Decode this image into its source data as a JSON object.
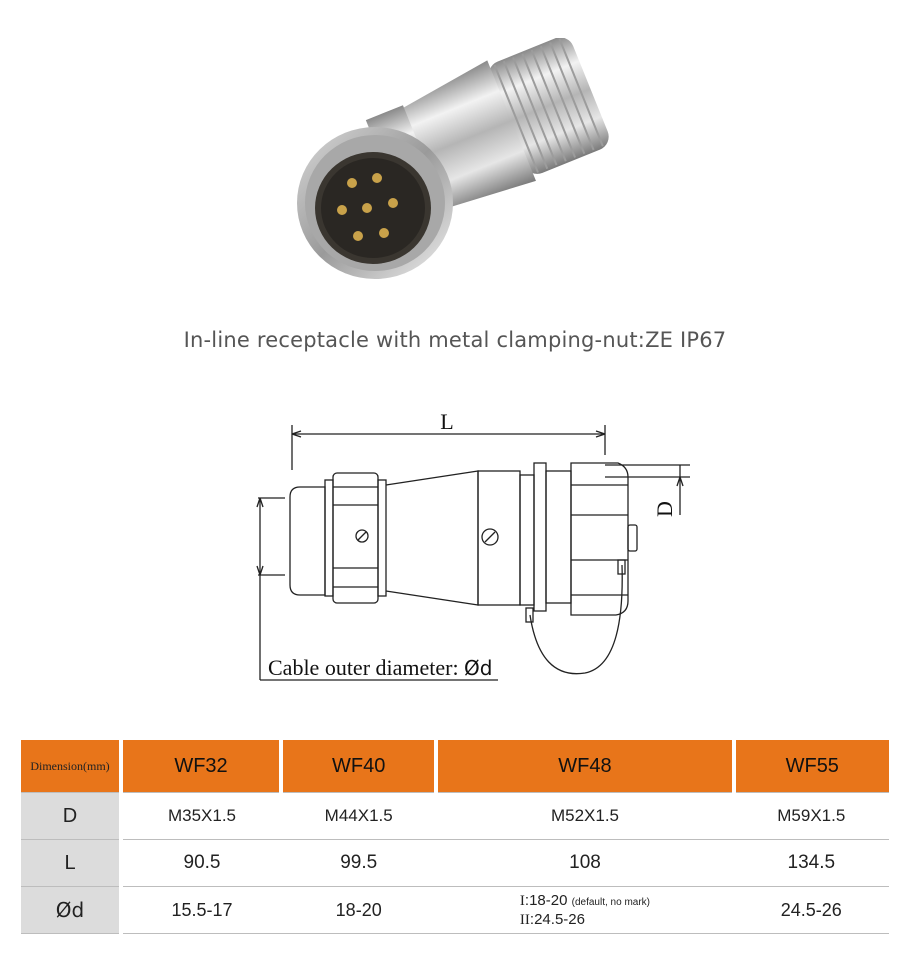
{
  "caption": "In-line receptacle with metal clamping-nut:ZE   IP67",
  "drawing": {
    "label_L": "L",
    "label_D": "D",
    "cable_label": "Cable outer diameter:",
    "cable_symbol": "Ød"
  },
  "table": {
    "corner": "Dimension(mm)",
    "columns": [
      "WF32",
      "WF40",
      "WF48",
      "WF55"
    ],
    "rows": [
      {
        "label": "D",
        "values": [
          "M35X1.5",
          "M44X1.5",
          "M52X1.5",
          "M59X1.5"
        ]
      },
      {
        "label": "L",
        "values": [
          "90.5",
          "99.5",
          "108",
          "134.5"
        ]
      },
      {
        "label": "Ød",
        "values": [
          "15.5-17",
          "18-20",
          "",
          "24.5-26"
        ],
        "wf48_multi": {
          "line1_roman": "I",
          "line1_value": ":18-20",
          "line1_note": "(default, no mark)",
          "line2_roman": "II",
          "line2_value": ":24.5-26"
        }
      }
    ]
  },
  "colors": {
    "header": "#e8751a",
    "label_cell": "#dcdcdc"
  }
}
